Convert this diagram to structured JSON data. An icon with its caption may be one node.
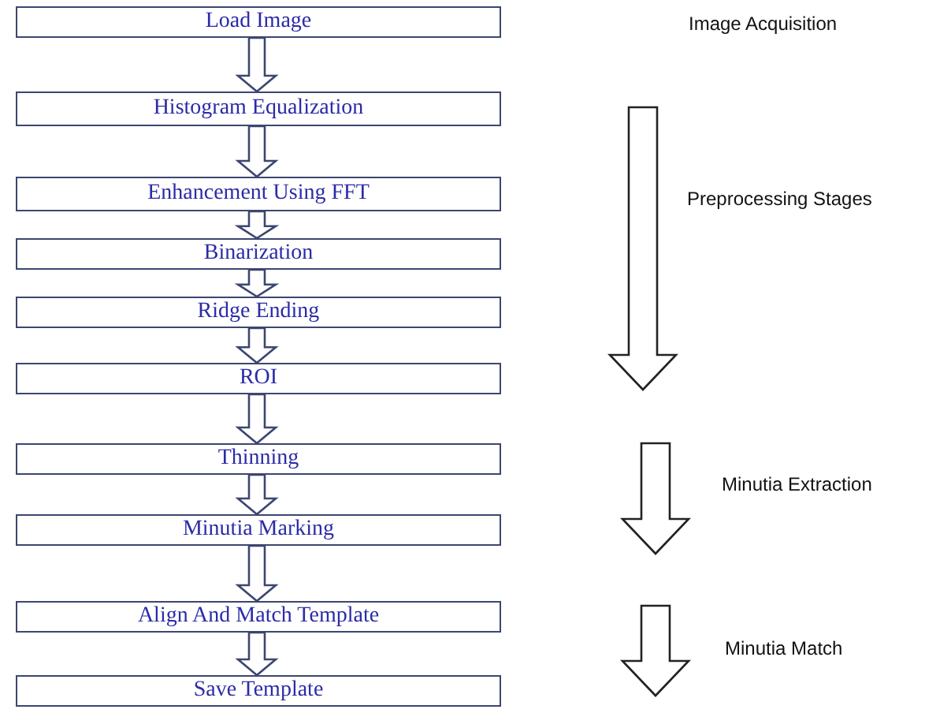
{
  "diagram": {
    "nodes": [
      {
        "text": [
          "Load Image"
        ]
      },
      {
        "text": [
          "Histogram Equalization"
        ]
      },
      {
        "text": [
          "Enhancement Using FFT"
        ]
      },
      {
        "text": [
          "Binarization"
        ]
      },
      {
        "text": [
          "Ridge Ending"
        ]
      },
      {
        "text": [
          "ROI"
        ]
      },
      {
        "text": [
          "Thinning"
        ]
      },
      {
        "text": [
          "Minutia Marking"
        ]
      },
      {
        "text": [
          "Align And Match Template"
        ]
      },
      {
        "text": [
          "Save Template"
        ]
      }
    ],
    "edges": [
      {
        "from": 0,
        "to": 1,
        "arrow": "to"
      },
      {
        "from": 1,
        "to": 2,
        "arrow": "to"
      },
      {
        "from": 2,
        "to": 3,
        "arrow": "to"
      },
      {
        "from": 3,
        "to": 4,
        "arrow": "to"
      },
      {
        "from": 4,
        "to": 5,
        "arrow": "to"
      },
      {
        "from": 5,
        "to": 6,
        "arrow": "to"
      },
      {
        "from": 6,
        "to": 7,
        "arrow": "to"
      },
      {
        "from": 7,
        "to": 8,
        "arrow": "to"
      },
      {
        "from": 8,
        "to": 9,
        "arrow": "to"
      }
    ],
    "labels": [
      "Image Acquisition",
      "Preprocessing Stages",
      "Minutia Extraction",
      "Minutia Match"
    ]
  }
}
